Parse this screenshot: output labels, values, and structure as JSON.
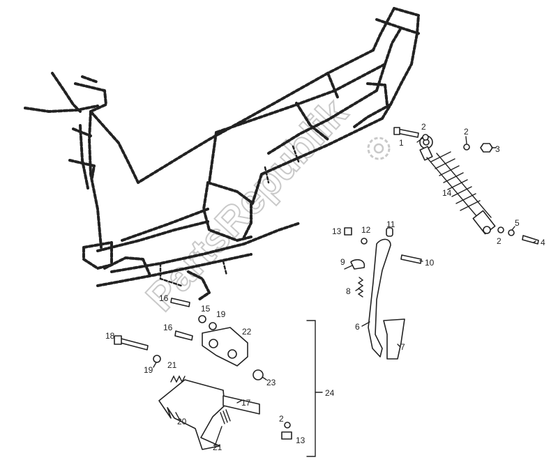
{
  "watermark": {
    "text": "PartsRepublik",
    "color": "#c9c9c9",
    "icon": "gear-icon"
  },
  "callouts": [
    {
      "id": "c1",
      "label": "1"
    },
    {
      "id": "c2a",
      "label": "2"
    },
    {
      "id": "c2b",
      "label": "2"
    },
    {
      "id": "c3",
      "label": "3"
    },
    {
      "id": "c14",
      "label": "14"
    },
    {
      "id": "c5",
      "label": "5"
    },
    {
      "id": "c2c",
      "label": "2"
    },
    {
      "id": "c4",
      "label": "4"
    },
    {
      "id": "c13a",
      "label": "13"
    },
    {
      "id": "c12",
      "label": "12"
    },
    {
      "id": "c11",
      "label": "11"
    },
    {
      "id": "c9",
      "label": "9"
    },
    {
      "id": "c10",
      "label": "10"
    },
    {
      "id": "c8",
      "label": "8"
    },
    {
      "id": "c6",
      "label": "6"
    },
    {
      "id": "c7",
      "label": "7"
    },
    {
      "id": "c16a",
      "label": "16"
    },
    {
      "id": "c15",
      "label": "15"
    },
    {
      "id": "c19a",
      "label": "19"
    },
    {
      "id": "c16b",
      "label": "16"
    },
    {
      "id": "c22",
      "label": "22"
    },
    {
      "id": "c18",
      "label": "18"
    },
    {
      "id": "c19b",
      "label": "19"
    },
    {
      "id": "c21a",
      "label": "21"
    },
    {
      "id": "c23",
      "label": "23"
    },
    {
      "id": "c24",
      "label": "24"
    },
    {
      "id": "c17",
      "label": "17"
    },
    {
      "id": "c20",
      "label": "20"
    },
    {
      "id": "c21b",
      "label": "21"
    },
    {
      "id": "c2d",
      "label": "2"
    },
    {
      "id": "c13b",
      "label": "13"
    }
  ]
}
